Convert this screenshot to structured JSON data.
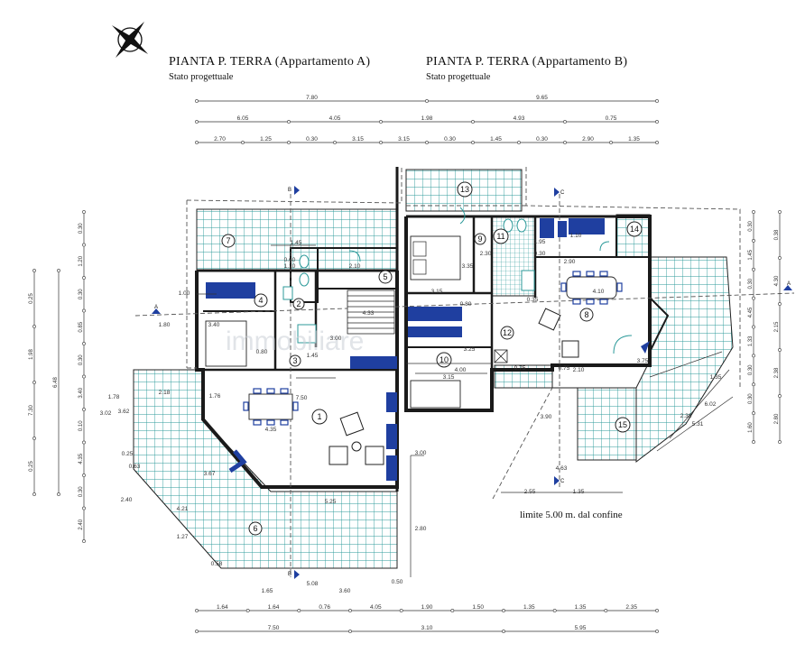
{
  "titles": {
    "a": "PIANTA P. TERRA (Appartamento A)",
    "b": "PIANTA P. TERRA (Appartamento B)",
    "state": "Stato progettuale"
  },
  "note": "limite 5.00 m. dal confine",
  "watermark": "immobiliare",
  "section_labels": [
    "A",
    "B",
    "C"
  ],
  "rooms": [
    "1",
    "2",
    "3",
    "4",
    "5",
    "6",
    "7",
    "8",
    "9",
    "10",
    "11",
    "12",
    "13",
    "14",
    "15"
  ],
  "dims_top": {
    "row1": [
      "7.80",
      "9.65"
    ],
    "row2": [
      "6.05",
      "4.05",
      "1.98",
      "4.93",
      "0.75"
    ],
    "row3": [
      "2.70",
      "1.25",
      "0.30",
      "3.15",
      "3.15",
      "0.30",
      "1.45",
      "0.30",
      "2.90",
      "1.35"
    ]
  },
  "dims_bottom": {
    "row1": [
      "1.64",
      "1.64",
      "0.76",
      "4.05",
      "1.90",
      "1.50",
      "1.35",
      "1.35",
      "2.35"
    ],
    "row2": [
      "7.50",
      "3.10",
      "5.95"
    ]
  },
  "dims_left": {
    "col1": [
      "0.25",
      "1.98",
      "7.30",
      "0.25"
    ],
    "col2": [
      "6.48"
    ],
    "col3": [
      "0.30",
      "1.20",
      "0.30",
      "0.85",
      "0.30",
      "3.40",
      "0.10",
      "4.35",
      "0.30",
      "2.40"
    ]
  },
  "dims_right": {
    "col1": [
      "0.30",
      "1.45",
      "0.30",
      "4.45",
      "1.33",
      "0.30",
      "0.30",
      "1.60"
    ],
    "col2": [
      "0.38",
      "4.30",
      "2.15",
      "2.38",
      "2.80"
    ]
  },
  "dims_inner": [
    "1.45",
    "0.60",
    "1.10",
    "2.10",
    "1.00",
    "3.40",
    "1.80",
    "4.33",
    "3.00",
    "0.80",
    "1.45",
    "7.50",
    "1.76",
    "4.35",
    "2.18",
    "3.67",
    "1.78",
    "3.62",
    "3.02",
    "0.25",
    "0.63",
    "2.40",
    "4.21",
    "1.27",
    "5.25",
    "5.08",
    "0.58",
    "1.65",
    "3.60",
    "0.50",
    "3.15",
    "3.35",
    "2.30",
    "0.80",
    "3.25",
    "4.00",
    "3.15",
    "0.75",
    "3.00",
    "2.80",
    "1.95",
    "0.30",
    "2.90",
    "4.10",
    "0.35",
    "3.75",
    "3.90",
    "4.63",
    "2.55",
    "1.35",
    "6.02",
    "5.31",
    "2.38",
    "1.35",
    "1.10",
    "0.75",
    "2.10"
  ],
  "colors": {
    "teal": "#2c9a9a",
    "furniture": "#1f3fa0",
    "line": "#222222",
    "dash": "#555555"
  }
}
